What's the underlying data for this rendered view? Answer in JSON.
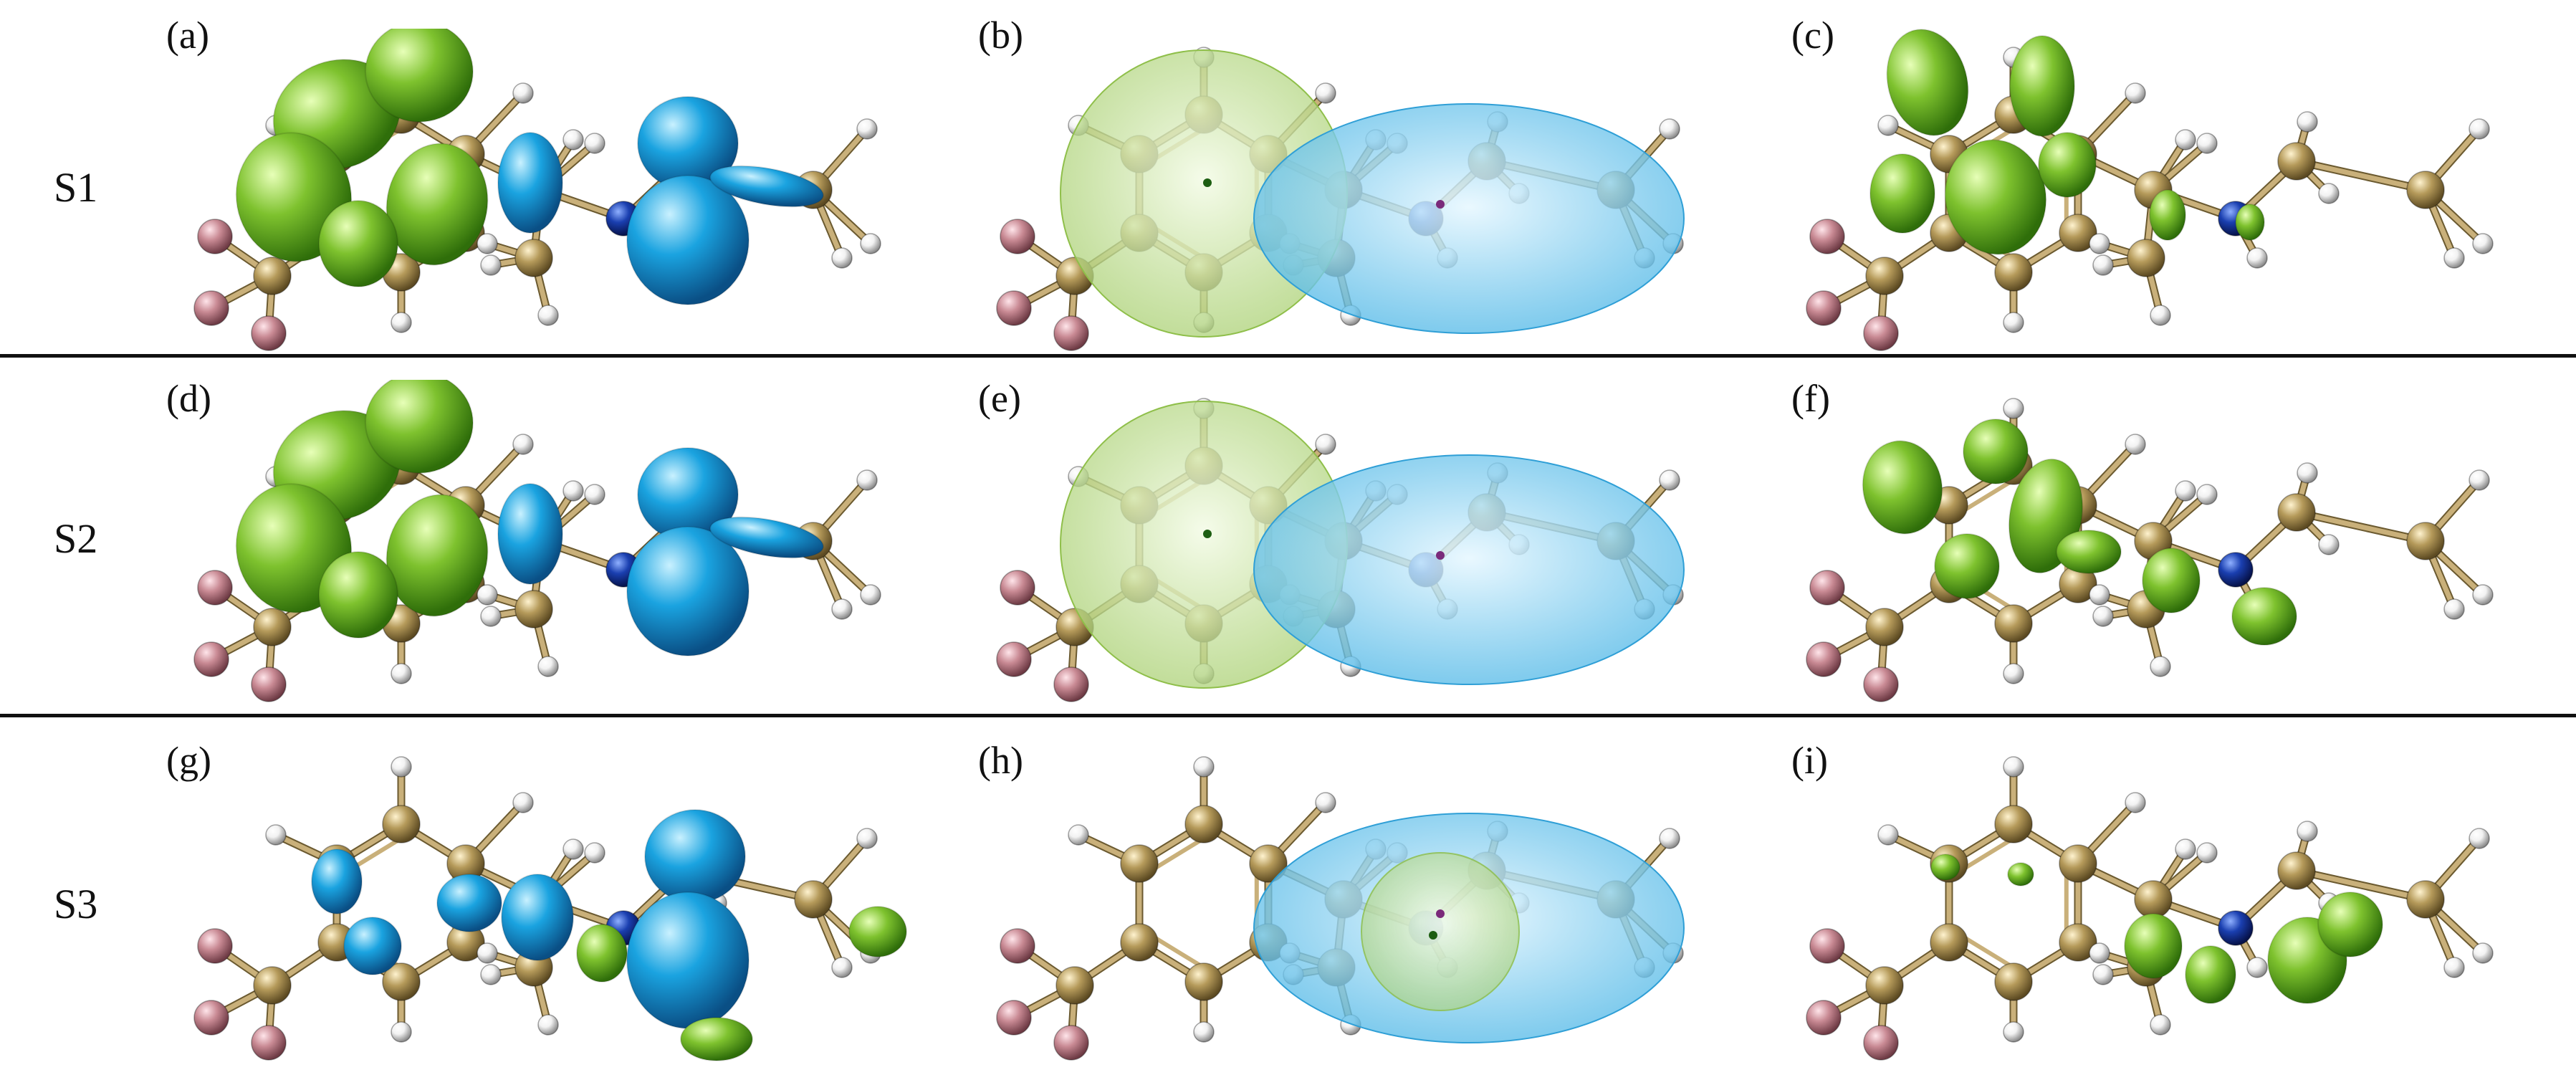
{
  "rows": [
    {
      "label": "S1"
    },
    {
      "label": "S2"
    },
    {
      "label": "S3"
    }
  ],
  "panels": [
    {
      "label": "(a)",
      "kind": "orbital-difference"
    },
    {
      "label": "(b)",
      "kind": "hole-electron-centroids",
      "hole": "green",
      "electron": "blue"
    },
    {
      "label": "(c)",
      "kind": "overlap"
    },
    {
      "label": "(d)",
      "kind": "orbital-difference"
    },
    {
      "label": "(e)",
      "kind": "hole-electron-centroids",
      "hole": "green",
      "electron": "blue"
    },
    {
      "label": "(f)",
      "kind": "overlap"
    },
    {
      "label": "(g)",
      "kind": "orbital-difference"
    },
    {
      "label": "(h)",
      "kind": "hole-electron-centroids",
      "hole": "green",
      "electron": "blue"
    },
    {
      "label": "(i)",
      "kind": "overlap"
    }
  ],
  "colors": {
    "green_lobe": "#7ec22e",
    "blue_lobe": "#1aa3e0",
    "carbon": "#b59a5a",
    "fluorine": "#c98a94",
    "nitrogen": "#1a3fb0",
    "hydrogen": "#f2f2f2",
    "bond": "#c9b07a",
    "divider": "#111111"
  }
}
